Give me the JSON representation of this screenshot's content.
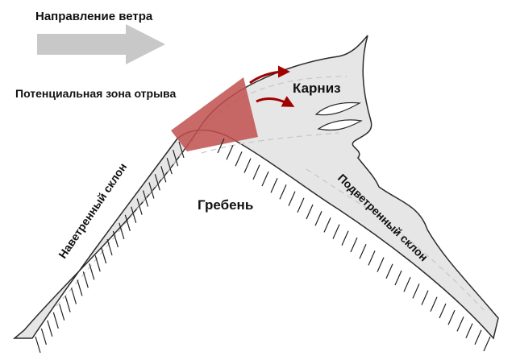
{
  "labels": {
    "wind_direction": "Направление ветра",
    "fracture_zone": "Потенциальная зона отрыва",
    "cornice": "Карниз",
    "ridge": "Гребень",
    "windward_slope": "Наветренный склон",
    "leeward_slope": "Подветренный склон"
  },
  "colors": {
    "snow_fill": "#e6e6e6",
    "snow_outline": "#2b2b2b",
    "fracture_zone": "#c0504d",
    "wind_arrow_gray": "#c8c8c8",
    "flow_arrow_red": "#a00000",
    "hatch": "#222222"
  },
  "icons": {
    "wind_arrow": "wide-gray-arrow-right",
    "flow_arrows": "curved-red-arrows"
  }
}
